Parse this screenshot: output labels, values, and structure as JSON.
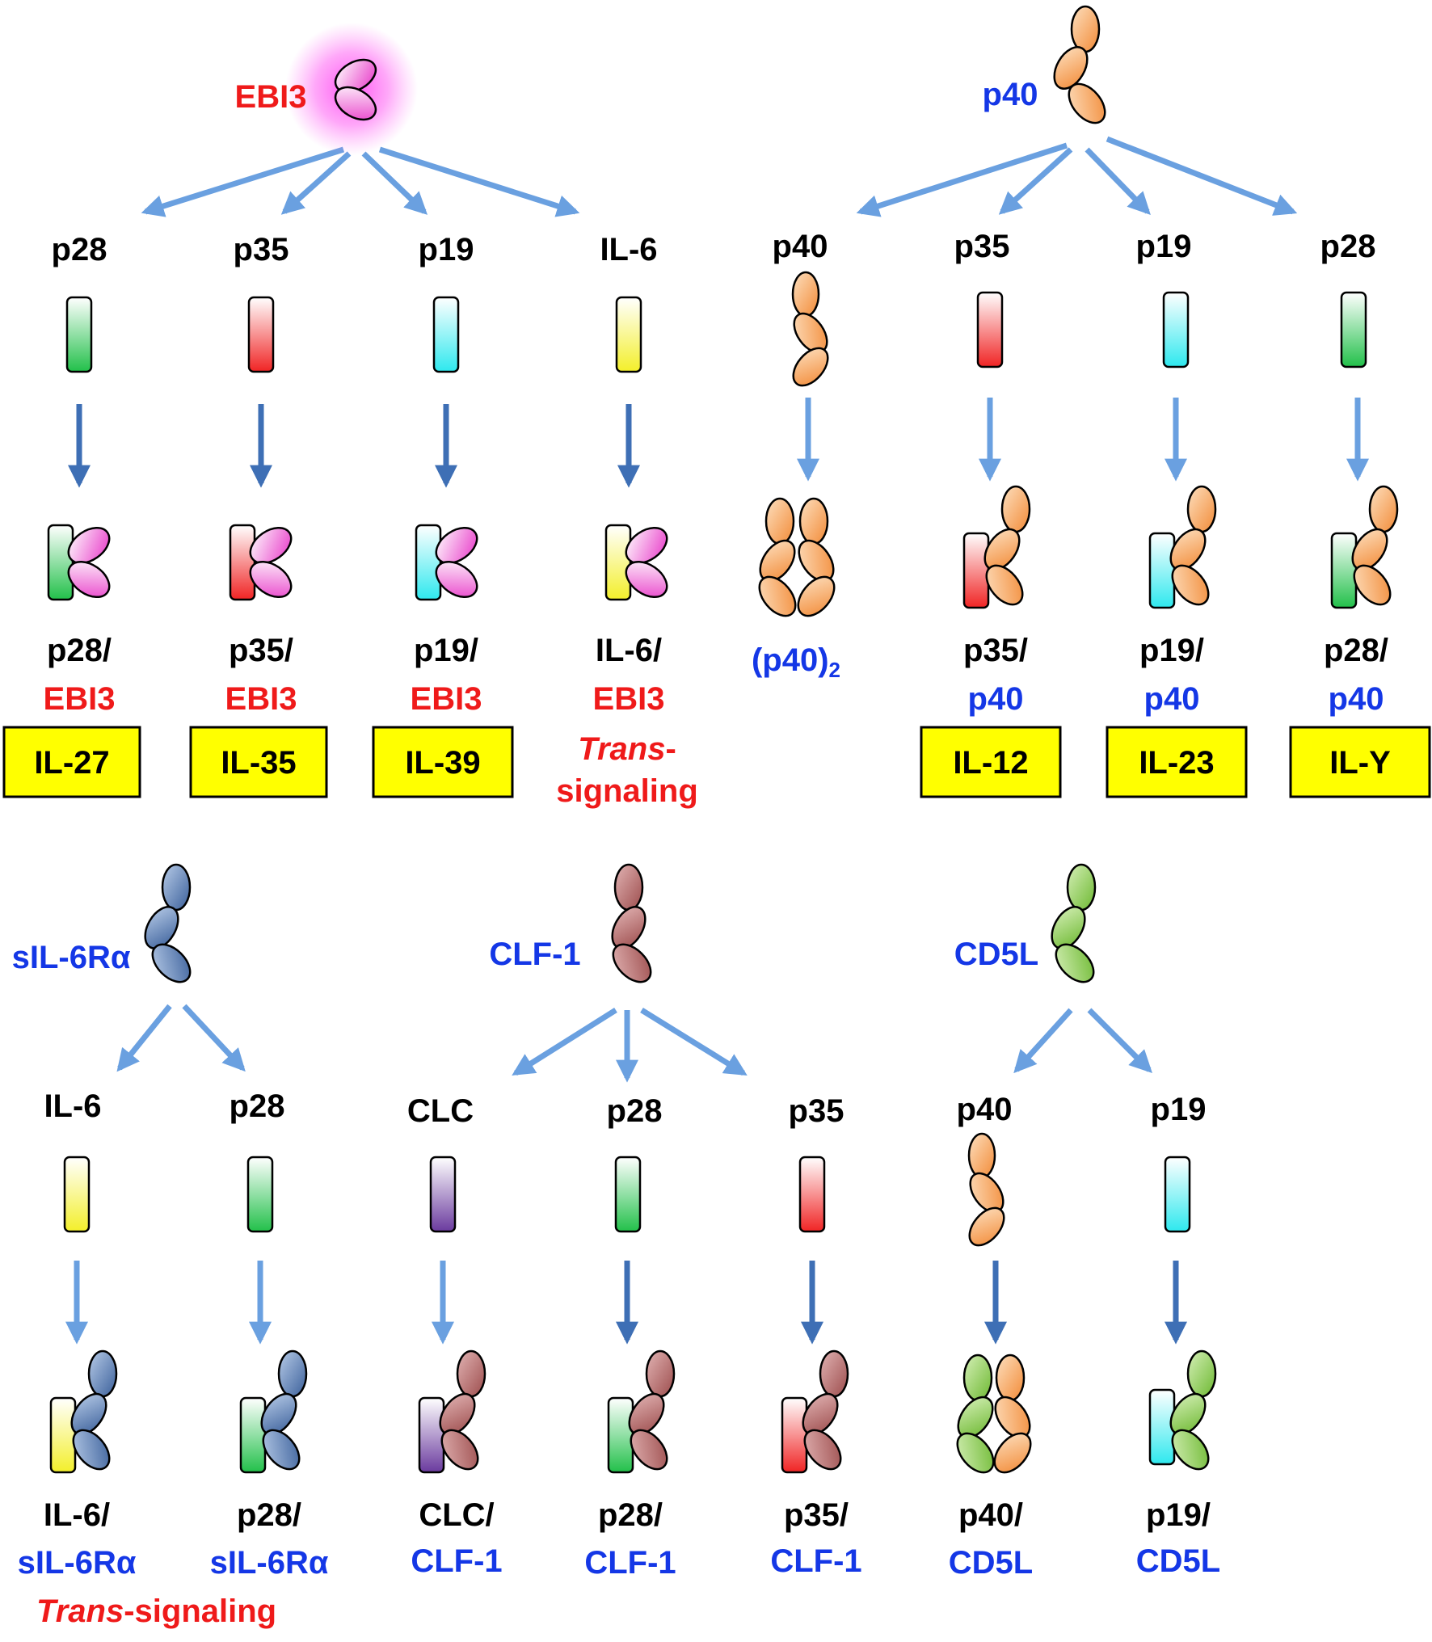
{
  "colors": {
    "arrow_light": "#6aa0e0",
    "arrow_dark": "#3e6fb5",
    "label_black": "#000000",
    "label_red": "#ef1a1a",
    "label_blue": "#1437e6",
    "box_fill": "#ffff00",
    "ebi3": "#e838c8",
    "p40": "#f29644",
    "sil6ra": "#3f6aa8",
    "clf1": "#a85858",
    "cd5l": "#7cc43a",
    "p28": "#22c04a",
    "p35": "#f02424",
    "p19": "#2ee8ee",
    "il6": "#f3ef2a",
    "clc": "#6a3a9e"
  },
  "ebi3": {
    "parent": "EBI3",
    "subunits": [
      "p28",
      "p35",
      "p19",
      "IL-6"
    ],
    "complexes": [
      {
        "top": "p28/",
        "bottom": "EBI3",
        "name": "IL-27"
      },
      {
        "top": "p35/",
        "bottom": "EBI3",
        "name": "IL-35"
      },
      {
        "top": "p19/",
        "bottom": "EBI3",
        "name": "IL-39"
      },
      {
        "top": "IL-6/",
        "bottom": "EBI3",
        "name_italic": "Trans",
        "name_suffix": "-",
        "name_line2": "signaling"
      }
    ]
  },
  "p40": {
    "parent": "p40",
    "subunits": [
      "p40",
      "p35",
      "p19",
      "p28"
    ],
    "homodimer": {
      "main": "(p40)",
      "sub": "2"
    },
    "complexes": [
      {
        "top": "p35/",
        "bottom": "p40",
        "name": "IL-12"
      },
      {
        "top": "p19/",
        "bottom": "p40",
        "name": "IL-23"
      },
      {
        "top": "p28/",
        "bottom": "p40",
        "name": "IL-Y"
      }
    ]
  },
  "sil6ra": {
    "parent": "sIL-6Rα",
    "subunits": [
      "IL-6",
      "p28"
    ],
    "complexes": [
      {
        "top": "IL-6/",
        "bottom": "sIL-6Rα"
      },
      {
        "top": "p28/",
        "bottom": "sIL-6Rα"
      }
    ],
    "note_italic": "Trans",
    "note_rest": "-signaling"
  },
  "clf1": {
    "parent": "CLF-1",
    "subunits": [
      "CLC",
      "p28",
      "p35"
    ],
    "complexes": [
      {
        "top": "CLC/",
        "bottom": "CLF-1"
      },
      {
        "top": "p28/",
        "bottom": "CLF-1"
      },
      {
        "top": "p35/",
        "bottom": "CLF-1"
      }
    ]
  },
  "cd5l": {
    "parent": "CD5L",
    "subunits": [
      "p40",
      "p19"
    ],
    "complexes": [
      {
        "top": "p40/",
        "bottom": "CD5L"
      },
      {
        "top": "p19/",
        "bottom": "CD5L"
      }
    ]
  }
}
